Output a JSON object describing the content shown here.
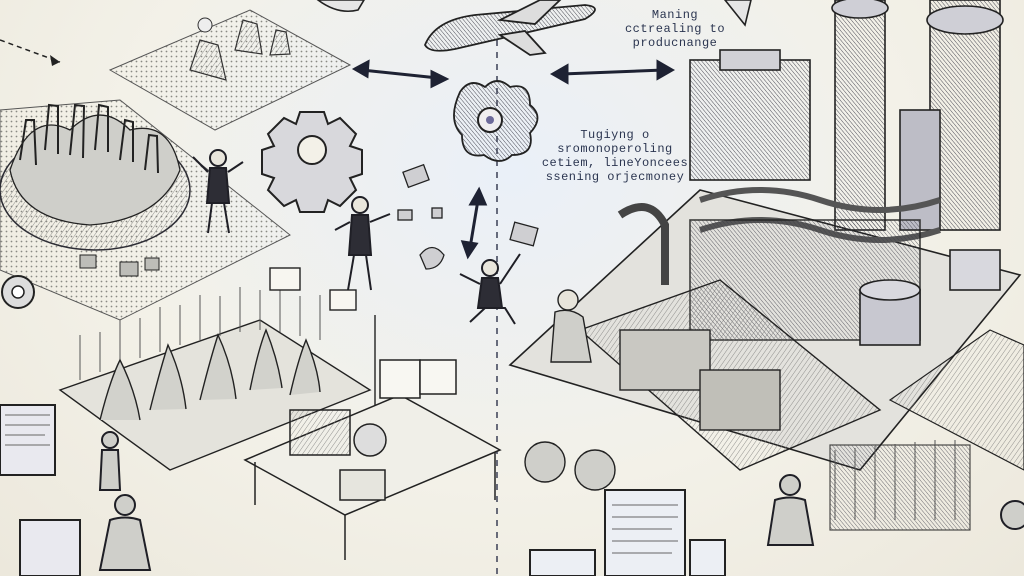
{
  "captions": {
    "top": [
      "Maning",
      "cctrealing to",
      "producnange"
    ],
    "middle": [
      "Tugiyng o",
      "sromonoperoling",
      "cetiem, lineYoncees",
      "ssening orjecmoney"
    ]
  },
  "colors": {
    "ink": "#2a2d38",
    "paper": "#f3f1e8",
    "sky": "#e7eef7",
    "grass": "#d9d8cc",
    "arrow": "#1e2233",
    "accent": "#6d6a9a"
  }
}
